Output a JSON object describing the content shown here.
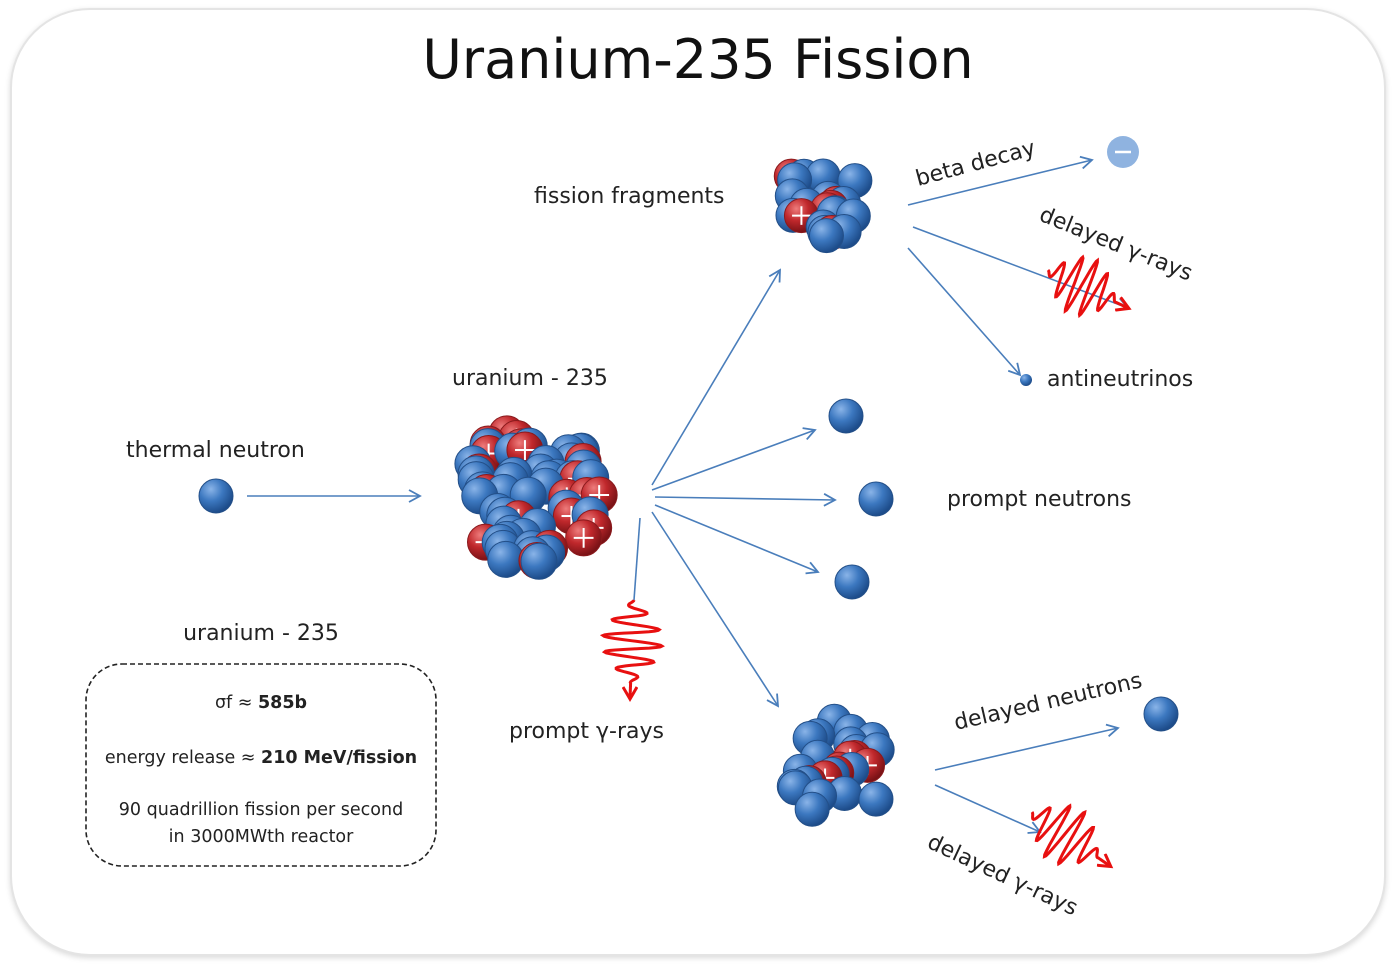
{
  "title": "Uranium-235 Fission",
  "labels": {
    "thermal_neutron": "thermal neutron",
    "uranium_top": "uranium - 235",
    "fission_fragments": "fission fragments",
    "beta_decay": "beta decay",
    "delayed_gamma_top": "delayed γ-rays",
    "antineutrinos": "antineutrinos",
    "prompt_neutrons": "prompt neutrons",
    "prompt_gamma": "prompt γ-rays",
    "delayed_neutrons": "delayed neutrons",
    "delayed_gamma_bottom": "delayed γ-rays",
    "uranium_box_heading": "uranium - 235"
  },
  "info_box": {
    "sigma_prefix": "σf ≈ ",
    "sigma_value": "585b",
    "energy_prefix": "energy release ≈ ",
    "energy_value": "210 MeV/fission",
    "rate_line1": "90 quadrillion fission per second",
    "rate_line2": "in 3000MWth reactor"
  },
  "colors": {
    "arrow": "#4a7ebb",
    "neutron": "#3c78c0",
    "proton": "#c0282c",
    "gamma": "#e81010",
    "electron": "#8fb3e0"
  }
}
